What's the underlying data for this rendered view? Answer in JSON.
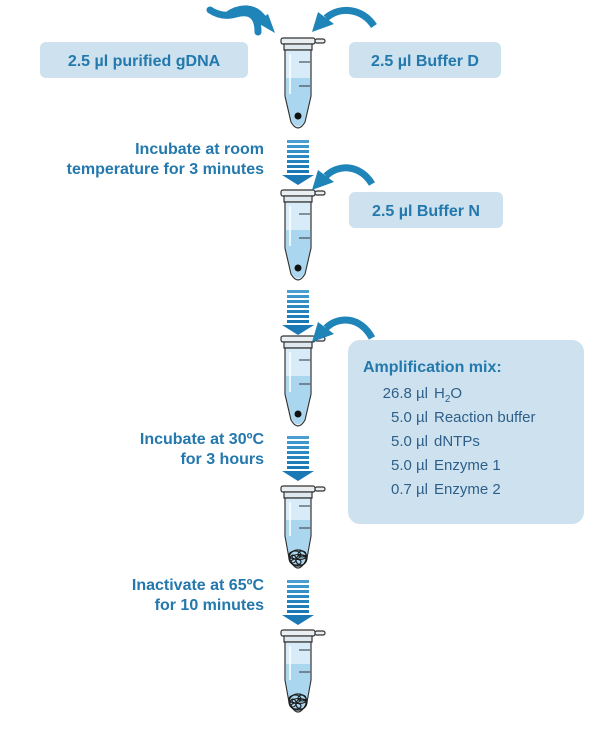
{
  "colors": {
    "accent_blue": "#1f84b8",
    "label_box": "#cde2ee",
    "label_text": "#2378ad",
    "step_text": "#2378ad",
    "tube_liquid": "#bfe0f3",
    "body_text": "#2e5f8a"
  },
  "inputs": {
    "gdna_label": "2.5 µl purified gDNA",
    "buffer_d_label": "2.5 µl Buffer D",
    "buffer_n_label": "2.5 µl Buffer N"
  },
  "steps": {
    "step1_line1": "Incubate at room",
    "step1_line2": "temperature for 3 minutes",
    "step2_line1": "Incubate at 30ºC",
    "step2_line2": "for 3 hours",
    "step3_line1": "Inactivate at 65ºC",
    "step3_line2": "for 10 minutes"
  },
  "amplification_mix": {
    "title": "Amplification mix:",
    "items": [
      {
        "amount": "26.8 µl",
        "name": "H",
        "sub": "2",
        "name_tail": "O"
      },
      {
        "amount": "5.0 µl",
        "name": "Reaction buffer",
        "sub": "",
        "name_tail": ""
      },
      {
        "amount": "5.0 µl",
        "name": "dNTPs",
        "sub": "",
        "name_tail": ""
      },
      {
        "amount": "5.0 µl",
        "name": "Enzyme 1",
        "sub": "",
        "name_tail": ""
      },
      {
        "amount": "0.7 µl",
        "name": "Enzyme 2",
        "sub": "",
        "name_tail": ""
      }
    ]
  },
  "icons": {
    "tube": "microcentrifuge-tube-icon",
    "curved_arrow": "curved-arrow-icon",
    "down_arrow": "dashed-down-arrow-icon",
    "dna_coil": "dna-coil-icon"
  }
}
